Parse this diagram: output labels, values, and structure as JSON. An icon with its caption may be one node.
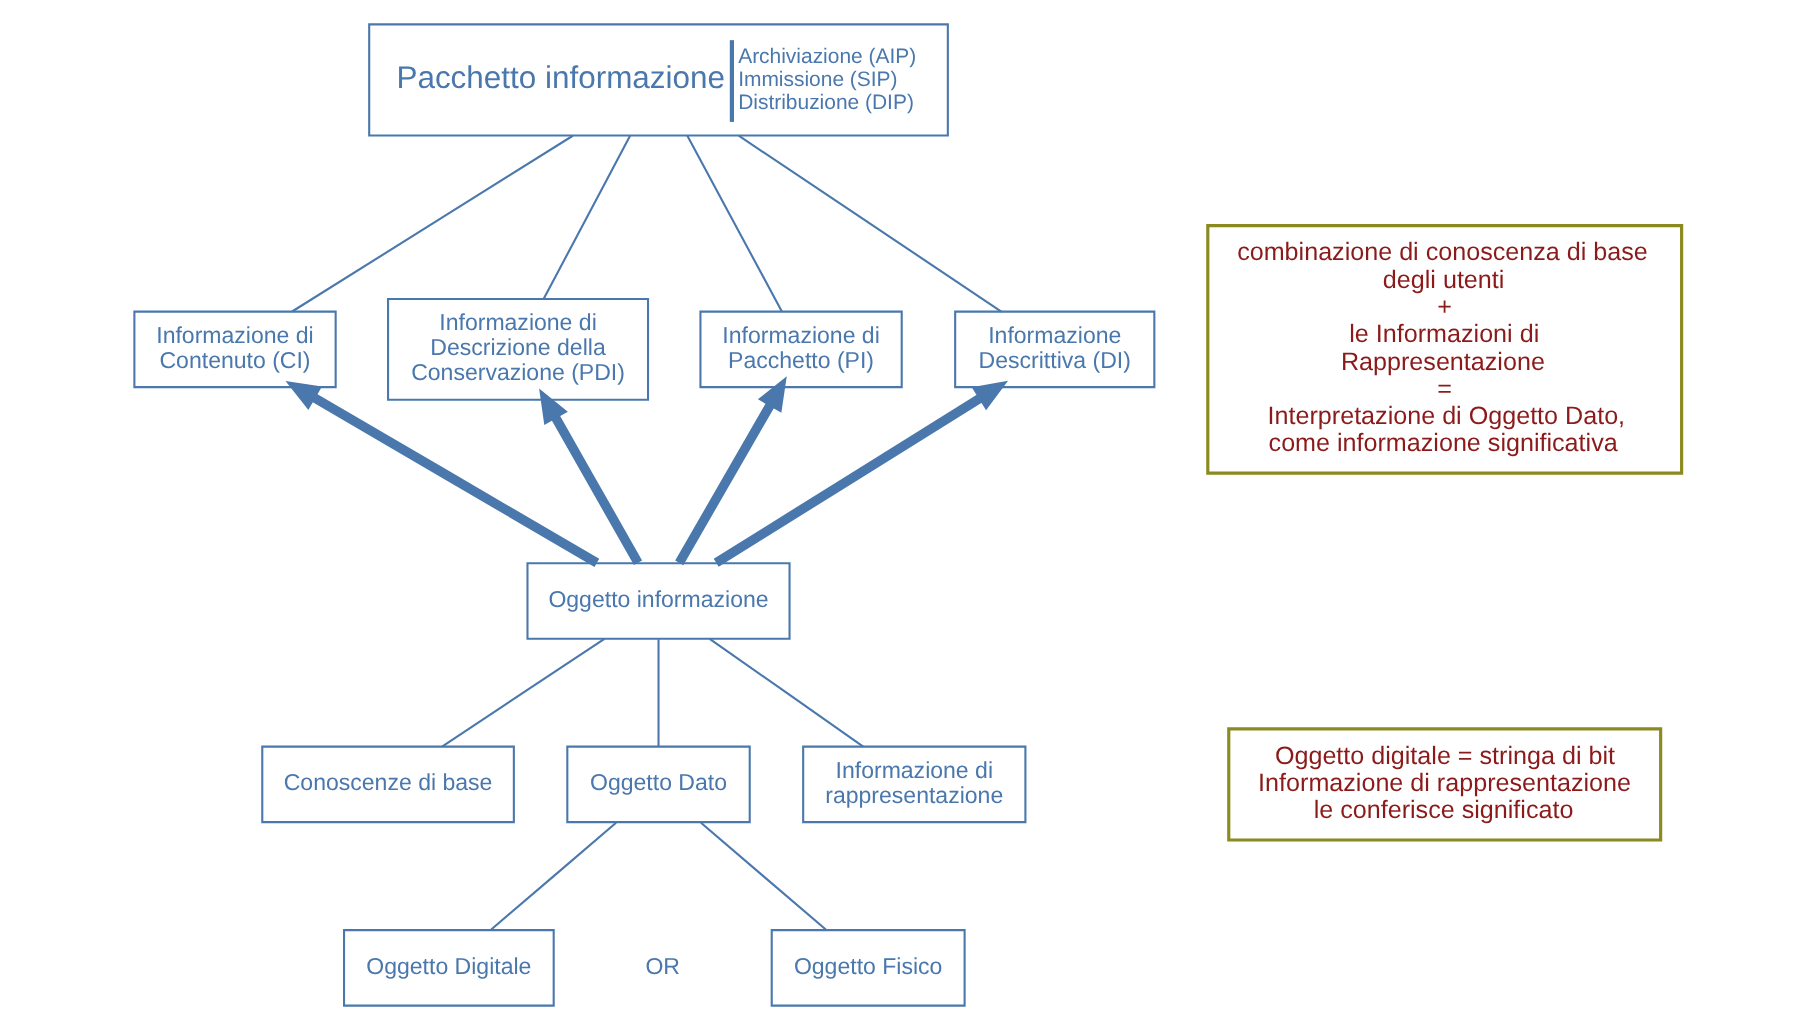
{
  "diagram": {
    "nodes": [
      {
        "text": [
          "Pacchetto informazione",
          "Archiviazione (AIP)",
          "Immissione (SIP)",
          "Distribuzione (DIP)"
        ]
      },
      {
        "text": [
          "Informazione di Contenuto (CI)"
        ]
      },
      {
        "text": [
          "Informazione di Descrizione della Conservazione (PDI)"
        ]
      },
      {
        "text": [
          "Informazione di Pacchetto (PI)"
        ]
      },
      {
        "text": [
          "Informazione Descrittiva (DI)"
        ]
      },
      {
        "text": [
          "Oggetto informazione"
        ]
      },
      {
        "text": [
          "Conoscenze di base"
        ]
      },
      {
        "text": [
          "Oggetto Dato"
        ]
      },
      {
        "text": [
          "Informazione di rappresentazione"
        ]
      },
      {
        "text": [
          "Oggetto Digitale"
        ]
      },
      {
        "text": [
          "Oggetto Fisico"
        ]
      },
      {
        "text": [
          "combinazione di conoscenza di base degli utenti",
          "+",
          "le Informazioni di Rappresentazione",
          "=",
          "Interpretazione di Oggetto Dato, come informazione significativa"
        ]
      },
      {
        "text": [
          "Oggetto digitale = stringa di bit",
          "Informazione di rappresentazione le conferisce significato"
        ]
      }
    ],
    "edges": [
      {
        "from": 0,
        "to": 1,
        "arrow": "none"
      },
      {
        "from": 0,
        "to": 2,
        "arrow": "none"
      },
      {
        "from": 0,
        "to": 3,
        "arrow": "none"
      },
      {
        "from": 0,
        "to": 4,
        "arrow": "none"
      },
      {
        "from": 5,
        "to": 1,
        "arrow": "to",
        "style": "thick"
      },
      {
        "from": 5,
        "to": 2,
        "arrow": "to",
        "style": "thick"
      },
      {
        "from": 5,
        "to": 3,
        "arrow": "to",
        "style": "thick"
      },
      {
        "from": 5,
        "to": 4,
        "arrow": "to",
        "style": "thick"
      },
      {
        "from": 5,
        "to": 6,
        "arrow": "none"
      },
      {
        "from": 5,
        "to": 7,
        "arrow": "none"
      },
      {
        "from": 5,
        "to": 8,
        "arrow": "none"
      },
      {
        "from": 7,
        "to": 9,
        "arrow": "none"
      },
      {
        "from": 7,
        "to": 10,
        "arrow": "none"
      }
    ],
    "labels": [
      "OR"
    ]
  }
}
